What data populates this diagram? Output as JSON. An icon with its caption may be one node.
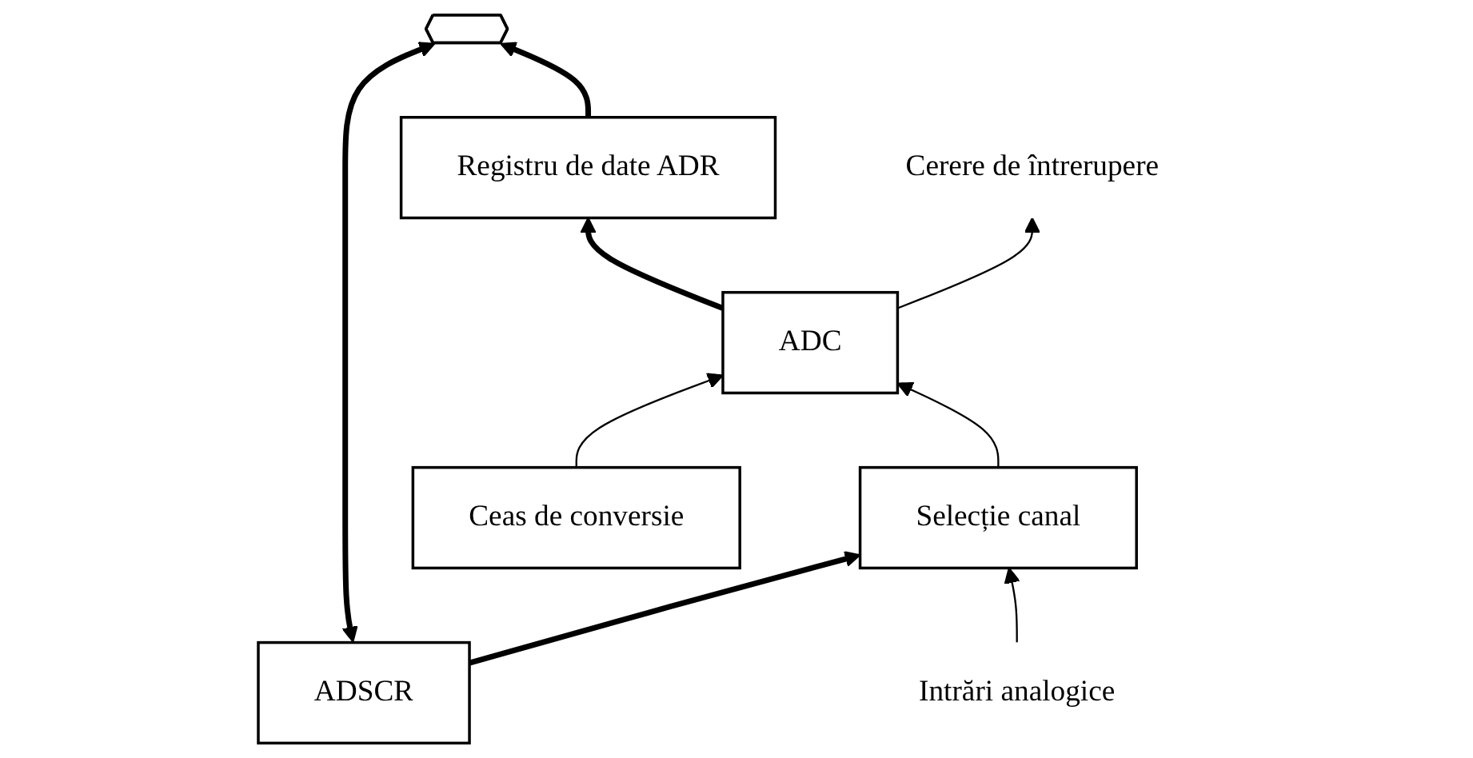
{
  "diagram": {
    "nodes": [
      {
        "text": [],
        "shape": "bar"
      },
      {
        "text": [
          "Registru de date ADR"
        ]
      },
      {
        "text": [
          "ADSCR"
        ]
      },
      {
        "text": [
          "ADC"
        ]
      },
      {
        "text": [
          "Selecție canal"
        ]
      },
      {
        "text": [
          "Ceas de conversie"
        ]
      },
      {
        "text": [
          "Cerere de întrerupere"
        ]
      },
      {
        "text": [
          "Intrări analogice"
        ]
      }
    ],
    "edges": [
      {
        "from": 1,
        "to": 0,
        "arrow": "to",
        "style": "thick"
      },
      {
        "from": 2,
        "to": 0,
        "arrow": "both",
        "style": "thick"
      },
      {
        "from": 2,
        "to": 4,
        "arrow": "to",
        "style": "thick"
      },
      {
        "from": 3,
        "to": 1,
        "arrow": "to",
        "style": "thick"
      },
      {
        "from": 4,
        "to": 3,
        "arrow": "to"
      },
      {
        "from": 5,
        "to": 3,
        "arrow": "to"
      },
      {
        "from": 3,
        "to": 6,
        "arrow": "to"
      },
      {
        "from": 7,
        "to": 4,
        "arrow": "to"
      }
    ]
  }
}
